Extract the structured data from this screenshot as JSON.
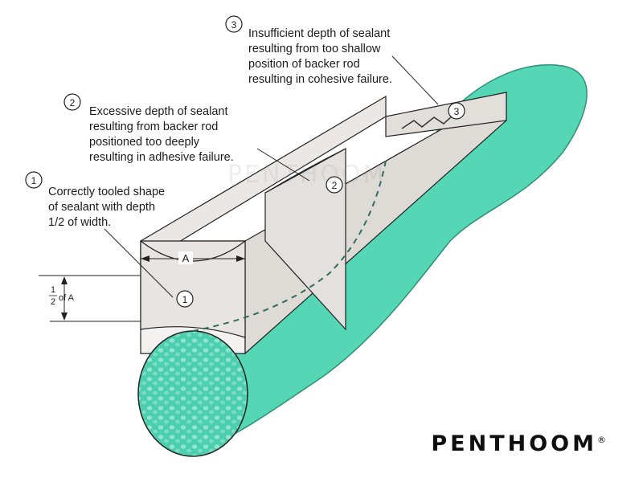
{
  "labels": {
    "note1": {
      "number": "1",
      "lines": [
        "Correctly tooled shape",
        "of sealant with depth",
        "1/2 of width."
      ]
    },
    "note2": {
      "number": "2",
      "lines": [
        "Excessive depth of sealant",
        "resulting from backer rod",
        "positioned too deeply",
        "resulting in adhesive failure."
      ]
    },
    "note3": {
      "number": "3",
      "lines": [
        "Insufficient depth of sealant",
        "resulting from too shallow",
        "position of backer rod",
        "resulting in cohesive failure."
      ]
    }
  },
  "markers": {
    "section1": "1",
    "section2": "2",
    "section3": "3"
  },
  "dimensions": {
    "width_label": "A",
    "depth_num": "1",
    "depth_den": "2",
    "depth_suffix": "of A"
  },
  "brand": {
    "name": "PENTHOOM",
    "mark": "®"
  },
  "colors": {
    "backer_rod": "#4fd3b0",
    "sealant_face": "#e4e0dd",
    "substrate": "#ffffff"
  }
}
